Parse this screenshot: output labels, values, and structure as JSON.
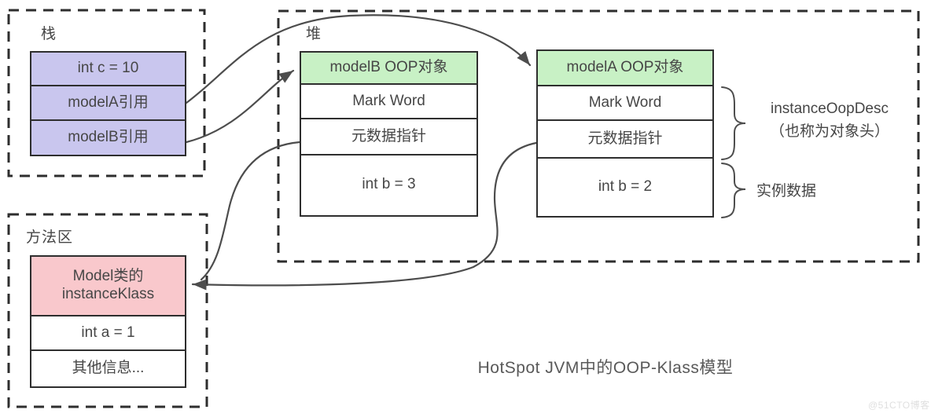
{
  "caption": "HotSpot JVM中的OOP-Klass模型",
  "watermark": "@51CTO博客",
  "stack": {
    "label": "栈",
    "slots": [
      "int c = 10",
      "modelA引用",
      "modelB引用"
    ]
  },
  "heap": {
    "label": "堆",
    "objects": [
      {
        "header": "modelB OOP对象",
        "rows": [
          "Mark Word",
          "元数据指针",
          "int b = 3"
        ]
      },
      {
        "header": "modelA OOP对象",
        "rows": [
          "Mark Word",
          "元数据指针",
          "int b = 2"
        ]
      }
    ]
  },
  "method_area": {
    "label": "方法区",
    "klass_header_line1": "Model类的",
    "klass_header_line2": "instanceKlass",
    "rows": [
      "int a = 1",
      "其他信息..."
    ]
  },
  "annotations": {
    "oop_desc_line1": "instanceOopDesc",
    "oop_desc_line2": "（也称为对象头）",
    "instance_data": "实例数据"
  },
  "colors": {
    "stack_slot_bg": "#c9c6ee",
    "heap_header_bg": "#c8f1c5",
    "klass_header_bg": "#f9c8cc",
    "box_border": "#2e2e2e",
    "dashed_border": "#2e2e2e",
    "arrow": "#4d4d4d",
    "text": "#464646",
    "caption": "#595959",
    "watermark": "#dfdfdf"
  }
}
